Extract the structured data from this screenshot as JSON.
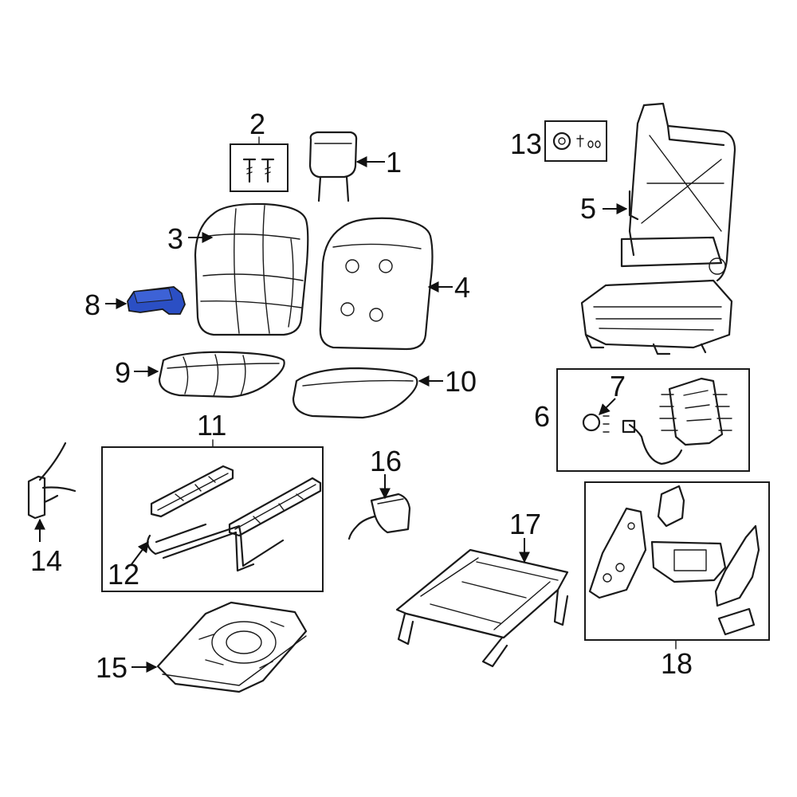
{
  "diagram": {
    "callouts": [
      {
        "id": "1",
        "text": "1"
      },
      {
        "id": "2",
        "text": "2"
      },
      {
        "id": "3",
        "text": "3"
      },
      {
        "id": "4",
        "text": "4"
      },
      {
        "id": "5",
        "text": "5"
      },
      {
        "id": "6",
        "text": "6"
      },
      {
        "id": "7",
        "text": "7"
      },
      {
        "id": "8",
        "text": "8"
      },
      {
        "id": "9",
        "text": "9"
      },
      {
        "id": "10",
        "text": "10"
      },
      {
        "id": "11",
        "text": "11"
      },
      {
        "id": "12",
        "text": "12"
      },
      {
        "id": "13",
        "text": "13"
      },
      {
        "id": "14",
        "text": "14"
      },
      {
        "id": "15",
        "text": "15"
      },
      {
        "id": "16",
        "text": "16"
      },
      {
        "id": "17",
        "text": "17"
      },
      {
        "id": "18",
        "text": "18"
      }
    ],
    "highlight_color": "#2b4fc4",
    "line_color": "#1a1a1a",
    "highlighted_part": "8"
  }
}
